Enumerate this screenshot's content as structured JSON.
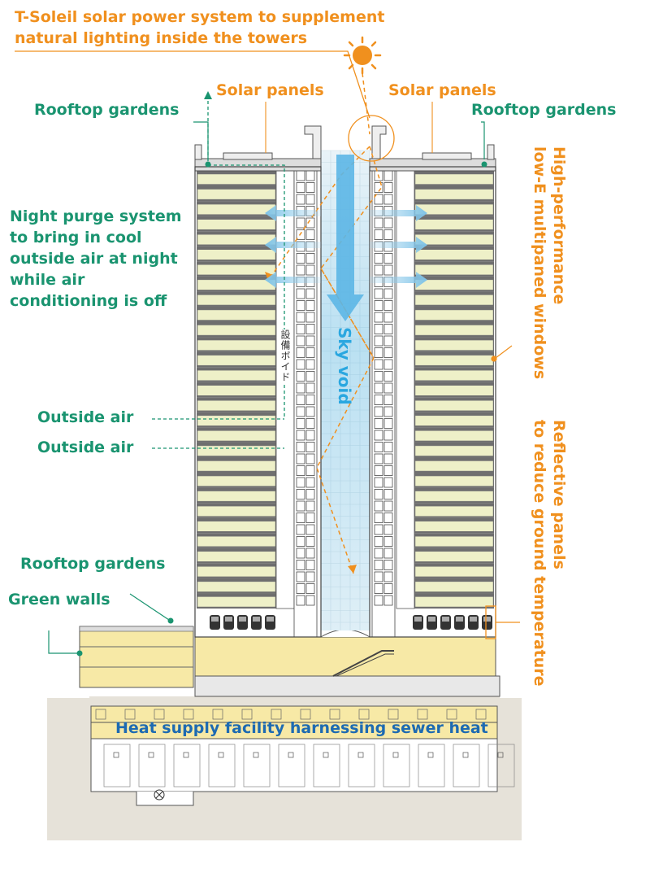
{
  "labels": {
    "t_soleil": "T-Soleil solar power system to supplement",
    "t_soleil_2": "natural lighting inside the towers",
    "solar_panels_left": "Solar panels",
    "solar_panels_right": "Solar panels",
    "rooftop_gardens_left": "Rooftop gardens",
    "rooftop_gardens_right": "Rooftop gardens",
    "night_purge": [
      "Night purge system",
      "to bring in cool",
      "outside air at night",
      "while air",
      "conditioning is off"
    ],
    "outside_air_1": "Outside air",
    "outside_air_2": "Outside air",
    "rooftop_gardens_low": "Rooftop gardens",
    "green_walls": "Green walls",
    "heat_supply": "Heat supply facility harnessing sewer heat",
    "sky_void": "Sky void",
    "high_performance": [
      "High-performance",
      "low-E multipaned windows"
    ],
    "reflective_panels": [
      "Reflective panels",
      "to reduce ground temperature"
    ],
    "equipment_void_jp": "設備ボイド"
  },
  "colors": {
    "orange": "#f0901e",
    "green": "#1a9470",
    "blue": "#1d6ab2",
    "sky_blue": "#2aa7e0",
    "floor_cream": "#eef0c8",
    "podium_yellow": "#f7e9a6",
    "ground": "#e6e2d9"
  }
}
